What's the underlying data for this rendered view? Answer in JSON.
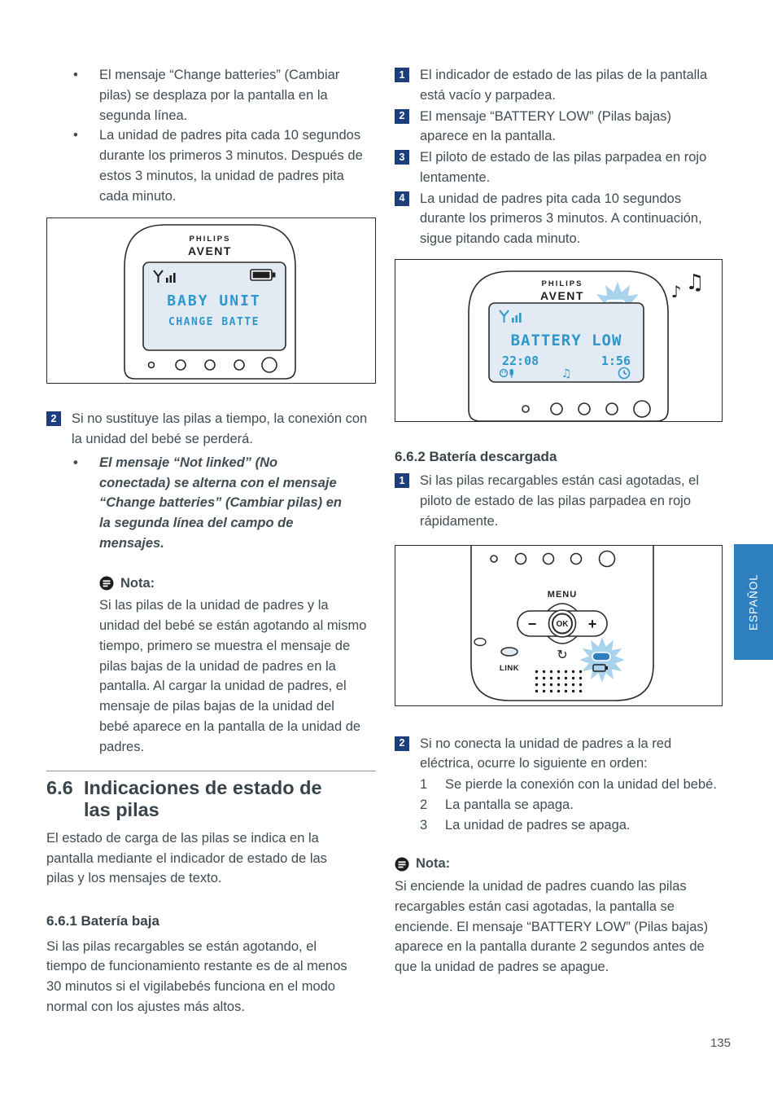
{
  "page": {
    "number": "135",
    "language_tab": "ESPAÑOL"
  },
  "colors": {
    "badge_navy": "#1d3e7d",
    "tab_blue": "#2e7fbe",
    "lcd_blue": "#2e97cc",
    "burst_blue": "#a9d2ed"
  },
  "left": {
    "bullets": [
      "El mensaje “Change batteries” (Cambiar pilas) se desplaza por la pantalla en la segunda línea.",
      "La unidad de padres pita cada 10 segundos durante los primeros 3 minutos. Después de estos 3 minutos, la unidad de padres pita cada minuto."
    ],
    "illus1": {
      "brand": "PHILIPS",
      "brand2": "AVENT",
      "line1": "BABY UNIT",
      "line2": "CHANGE BATTE"
    },
    "step2": {
      "num": "2",
      "text": "Si no sustituye las pilas a tiempo, la conexión con la unidad del bebé se perderá."
    },
    "step2_bullet": "El mensaje “Not linked” (No conectada) se alterna con el mensaje “Change batteries” (Cambiar pilas) en la segunda línea del campo de mensajes.",
    "nota_label": "Nota:",
    "nota_text": "Si las pilas de la unidad de padres y la unidad del bebé se están agotando al mismo tiempo, primero se muestra el mensaje de pilas bajas de la unidad de padres en la pantalla. Al cargar la unidad de padres, el mensaje de pilas bajas de la unidad del bebé aparece en la pantalla de la unidad de padres.",
    "section_number": "6.6",
    "section_title": "Indicaciones de estado de las pilas",
    "section_intro": "El estado de carga de las pilas se indica en la pantalla mediante el indicador de estado de las pilas y los mensajes de texto.",
    "sub1_title": "6.6.1 Batería baja",
    "sub1_text": "Si las pilas recargables se están agotando, el tiempo de funcionamiento restante es de al menos 30 minutos si el vigilabebés funciona en el modo normal con los ajustes más altos."
  },
  "right": {
    "steps": [
      {
        "num": "1",
        "text": "El indicador de estado de las pilas de la pantalla está vacío y parpadea."
      },
      {
        "num": "2",
        "text": "El mensaje “BATTERY LOW” (Pilas bajas) aparece en la pantalla."
      },
      {
        "num": "3",
        "text": "El piloto de estado de las pilas parpadea en rojo lentamente."
      },
      {
        "num": "4",
        "text": "La unidad de padres pita cada 10 segundos durante los primeros 3 minutos. A continuación, sigue pitando cada minuto."
      }
    ],
    "illus2": {
      "brand": "PHILIPS",
      "brand2": "AVENT",
      "display_line1": "BATTERY LOW",
      "time_left": "22:08",
      "time_right": "1:56"
    },
    "sub2_title": "6.6.2 Batería descargada",
    "step1": {
      "num": "1",
      "text": "Si las pilas recargables están casi agotadas, el piloto de estado de las pilas parpadea en rojo rápidamente."
    },
    "illus3": {
      "menu_label": "MENU",
      "ok_label": "OK",
      "link_label": "LINK",
      "plus": "+",
      "minus": "−"
    },
    "step2": {
      "num": "2",
      "text": "Si no conecta la unidad de padres a la red eléctrica, ocurre lo siguiente en orden:"
    },
    "sublist": [
      {
        "num": "1",
        "text": "Se pierde la conexión con la unidad del bebé."
      },
      {
        "num": "2",
        "text": "La pantalla se apaga."
      },
      {
        "num": "3",
        "text": "La unidad de padres se apaga."
      }
    ],
    "nota_label": "Nota:",
    "nota_text": "Si enciende la unidad de padres cuando las pilas recargables están casi agotadas, la pantalla se enciende. El mensaje “BATTERY LOW” (Pilas bajas) aparece en la pantalla durante 2 segundos antes de que la unidad de padres se apague."
  }
}
